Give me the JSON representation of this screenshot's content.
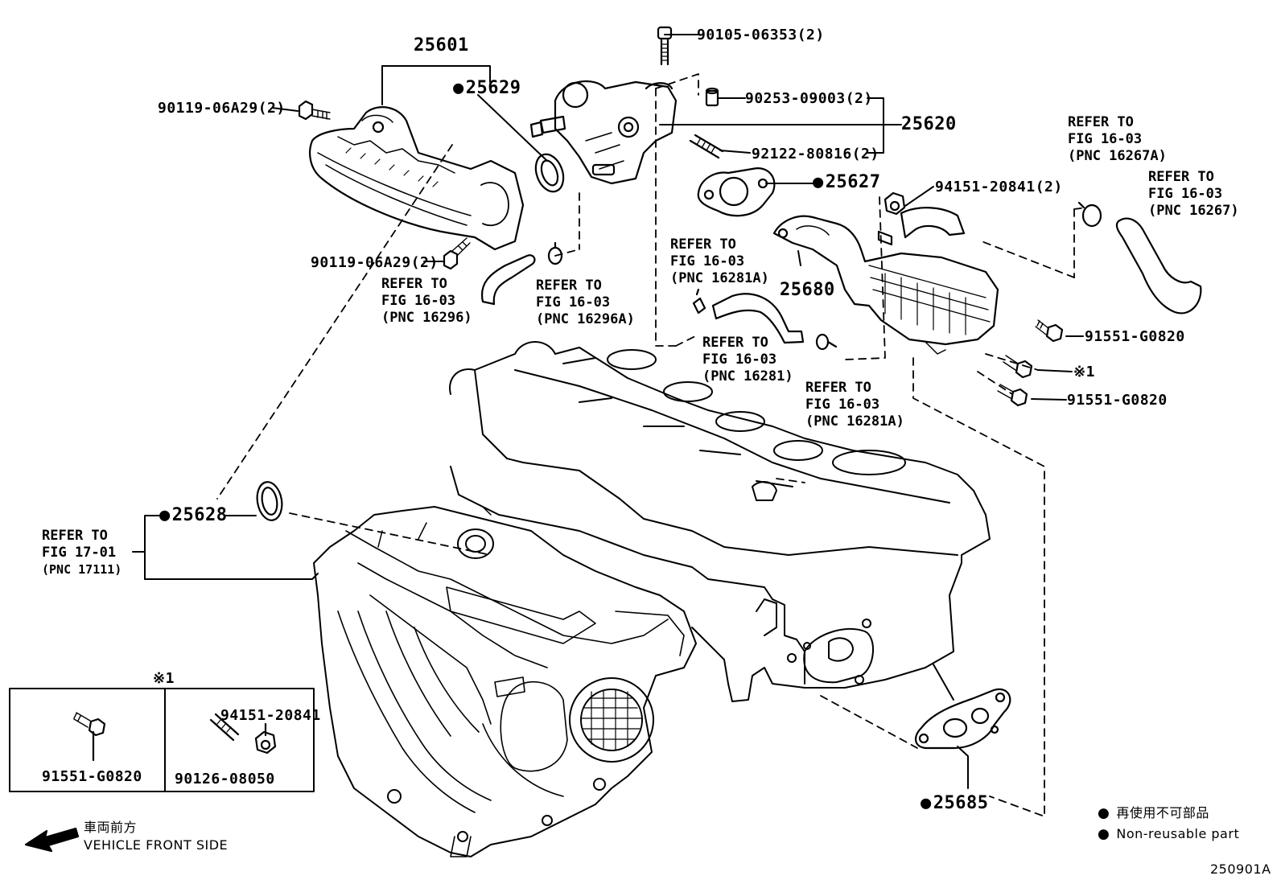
{
  "labels": {
    "p25601": "25601",
    "p25629": "25629",
    "p90105": "90105-06353(2)",
    "p90253": "90253-09003(2)",
    "p25620": "25620",
    "p92122": "92122-80816(2)",
    "p25627": "25627",
    "p94151a": "94151-20841(2)",
    "p90119a": "90119-06A29(2)",
    "p90119b": "90119-06A29(2)",
    "p25680": "25680",
    "p91551a": "91551-G0820",
    "p91551b": "91551-G0820",
    "p_x1": "※1",
    "p25628": "25628",
    "p25685": "25685"
  },
  "refs": {
    "r16296": [
      "REFER TO",
      "FIG 16-03",
      "(PNC 16296)"
    ],
    "r16296a": [
      "REFER TO",
      "FIG 16-03",
      "(PNC 16296A)"
    ],
    "r16281a_top": [
      "REFER TO",
      "FIG 16-03",
      "(PNC 16281A)"
    ],
    "r16281": [
      "REFER TO",
      "FIG 16-03",
      "(PNC 16281)"
    ],
    "r16281a_bot": [
      "REFER TO",
      "FIG 16-03",
      "(PNC 16281A)"
    ],
    "r16267a": [
      "REFER TO",
      "FIG 16-03",
      "(PNC 16267A)"
    ],
    "r16267": [
      "REFER TO",
      "FIG 16-03",
      "(PNC 16267)"
    ],
    "r17111": [
      "REFER TO",
      "FIG 17-01",
      "(PNC 17111)"
    ]
  },
  "inset": {
    "marker": "※1",
    "left_part": "91551-G0820",
    "right_part_top": "94151-20841",
    "right_part_bottom": "90126-08050"
  },
  "front": {
    "jp": "車両前方",
    "en": "VEHICLE FRONT SIDE"
  },
  "legend": {
    "jp": "再使用不可部品",
    "en": "Non-reusable part"
  },
  "figure_code": "250901A"
}
